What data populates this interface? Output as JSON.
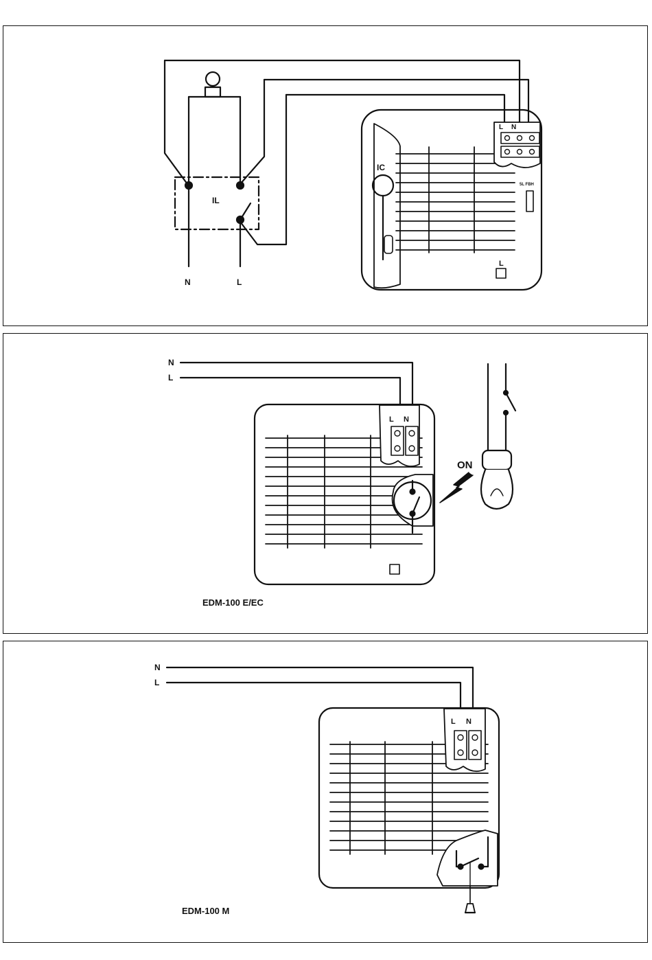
{
  "panel1": {
    "switch_label": "IL",
    "timer_label": "IC",
    "terminal_l": "L",
    "terminal_n": "N",
    "supply_n": "N",
    "supply_l": "L",
    "fan_mark": "L",
    "small_mark": "5L FBH"
  },
  "panel2": {
    "supply_n": "N",
    "supply_l": "L",
    "terminal_l": "L",
    "terminal_n": "N",
    "on_label": "ON",
    "caption": "EDM-100 E/EC"
  },
  "panel3": {
    "supply_n": "N",
    "supply_l": "L",
    "terminal_l": "L",
    "terminal_n": "N",
    "caption": "EDM-100 M"
  }
}
